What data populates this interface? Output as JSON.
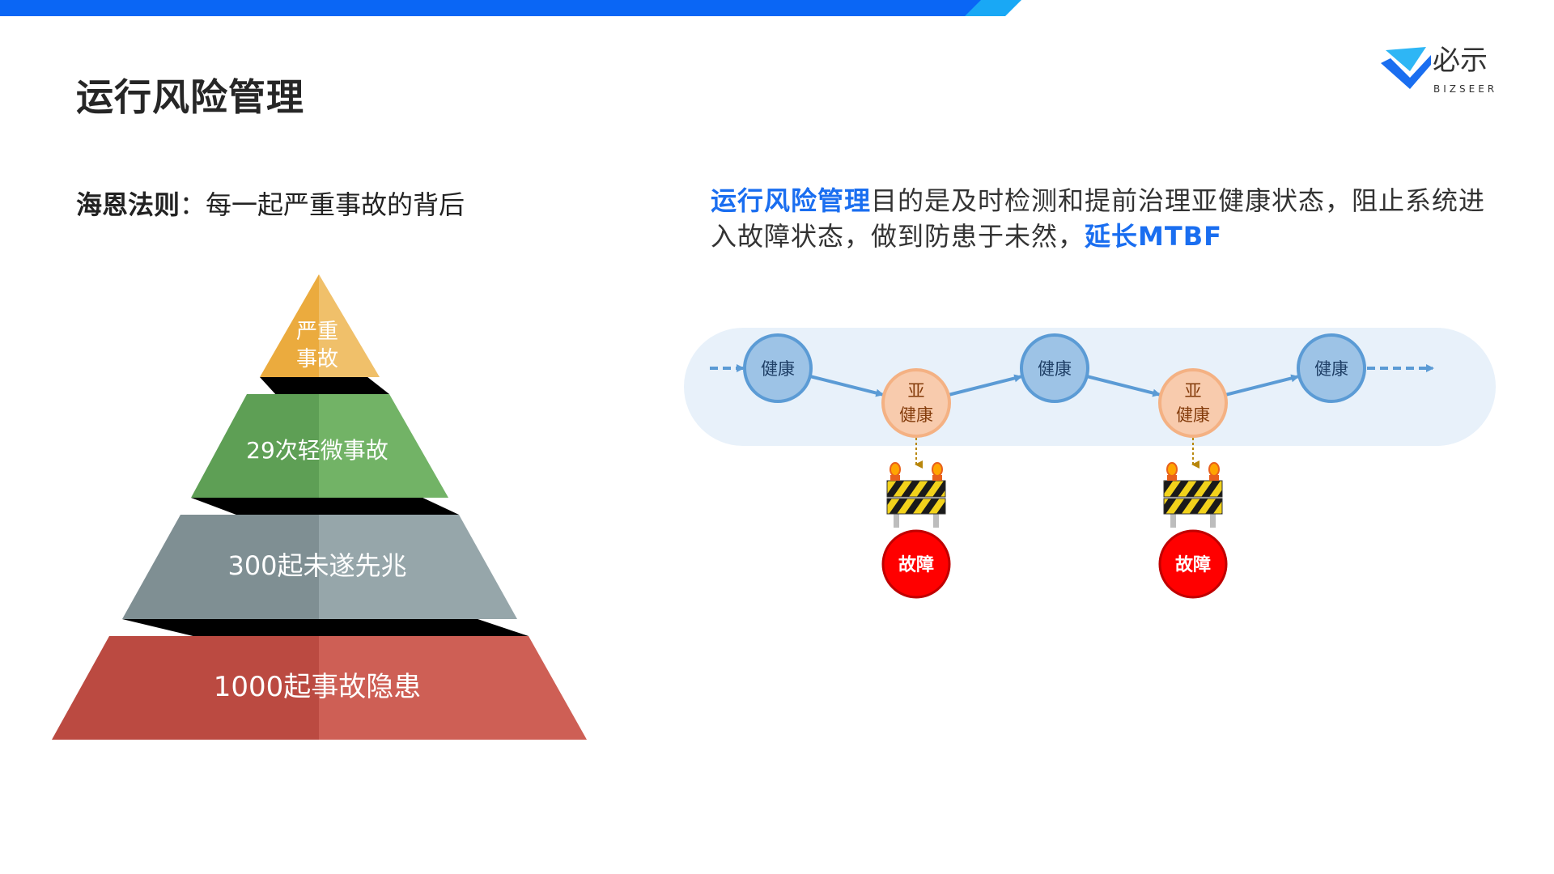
{
  "header": {
    "title": "运行风险管理",
    "bar_color": "#0A66F5",
    "bar_accent_color": "#19A8F5",
    "logo": {
      "brand_cn": "必示",
      "brand_en": "BIZSEER"
    }
  },
  "left": {
    "heading_bold": "海恩法则",
    "heading_sep": "：",
    "heading_text": "每一起严重事故的背后",
    "pyramid": [
      {
        "lines": [
          "严重",
          "事故"
        ],
        "color_left": "#EBAB3E",
        "color_right": "#F0C06A"
      },
      {
        "lines": [
          "29次轻微事故"
        ],
        "color_left": "#5E9F55",
        "color_right": "#72B366"
      },
      {
        "lines": [
          "300起未遂先兆"
        ],
        "color_left": "#7F8F93",
        "color_right": "#96A6AA"
      },
      {
        "lines": [
          "1000起事故隐患"
        ],
        "color_left": "#BB4A41",
        "color_right": "#CE5F55"
      }
    ]
  },
  "right": {
    "para_hl1": "运行风险管理",
    "para_text": "目的是及时检测和提前治理亚健康状态，阻止系统进入故障状态，做到防患于未然，",
    "para_hl2": "延长MTBF",
    "accent_color": "#1A6EF0",
    "flow": {
      "healthy_label": "健康",
      "subhealthy_label_1": "亚",
      "subhealthy_label_2": "健康",
      "fault_label": "故障",
      "nodes": [
        "healthy",
        "subhealthy",
        "healthy",
        "subhealthy",
        "healthy"
      ]
    }
  }
}
